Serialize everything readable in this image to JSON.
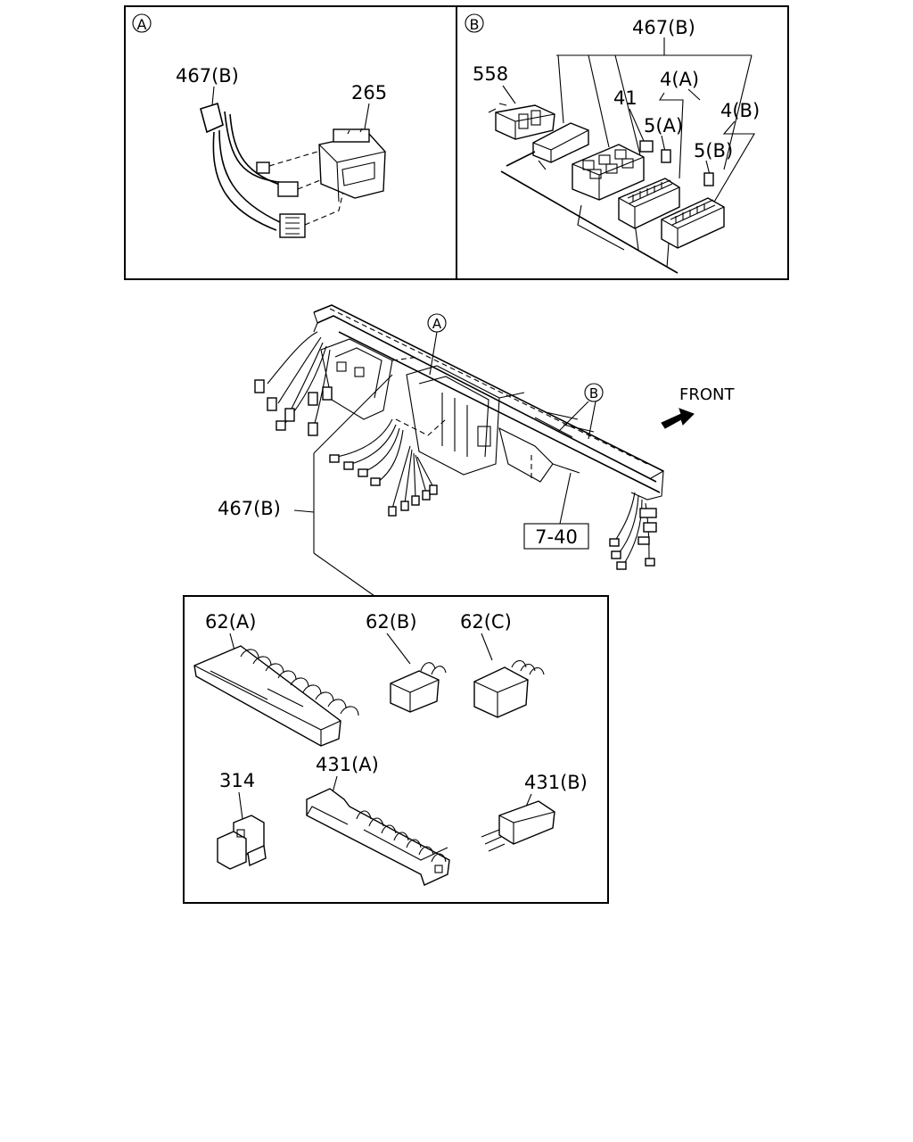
{
  "detail_a": {
    "marker": "A",
    "labels": {
      "harness": "467(B)",
      "connector": "265"
    }
  },
  "detail_b": {
    "marker": "B",
    "labels": {
      "harness": "467(B)",
      "relay_block": "558",
      "fuse_box": "41",
      "fuse_a": "4(A)",
      "fuse_b": "4(B)",
      "fuse5_a": "5(A)",
      "fuse5_b": "5(B)"
    }
  },
  "main_view": {
    "callout_a": "A",
    "callout_b": "B",
    "front_label": "FRONT",
    "harness_label": "467(B)",
    "ref_box": "7-40"
  },
  "parts_box": {
    "p62a": "62(A)",
    "p62b": "62(B)",
    "p62c": "62(C)",
    "p314": "314",
    "p431a": "431(A)",
    "p431b": "431(B)"
  }
}
